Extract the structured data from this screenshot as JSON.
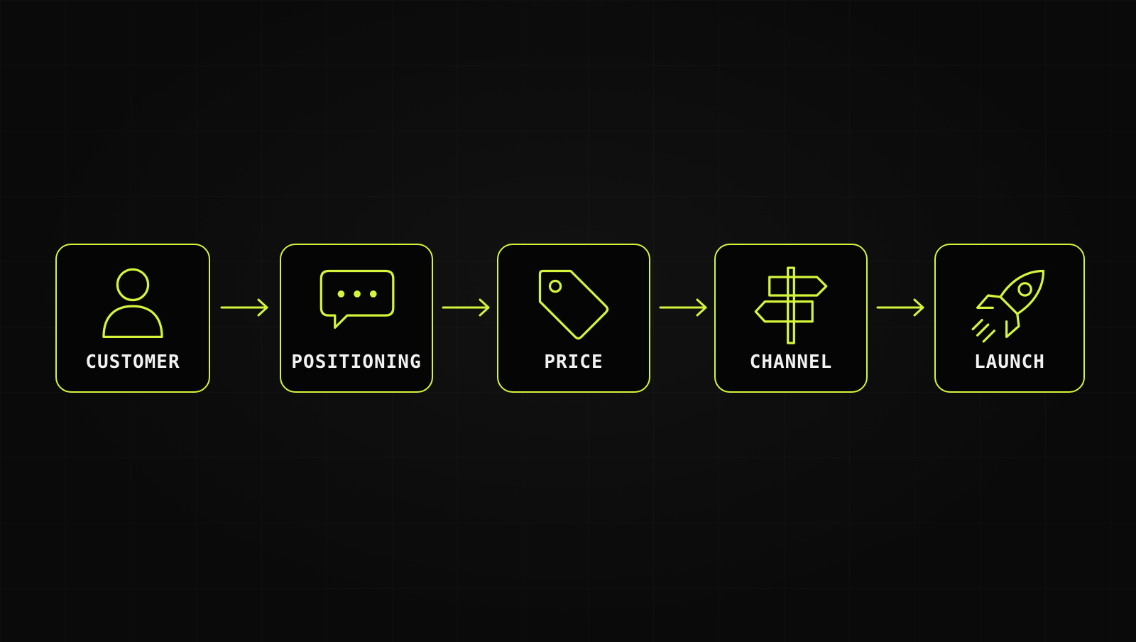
{
  "theme": {
    "accent": "#d4f53c",
    "background": "#0b0b0b",
    "label_color": "#f2f2f2"
  },
  "steps": [
    {
      "label": "CUSTOMER",
      "icon": "person-icon"
    },
    {
      "label": "POSITIONING",
      "icon": "speech-bubble-icon"
    },
    {
      "label": "PRICE",
      "icon": "price-tag-icon"
    },
    {
      "label": "CHANNEL",
      "icon": "signpost-icon"
    },
    {
      "label": "LAUNCH",
      "icon": "rocket-icon"
    }
  ]
}
